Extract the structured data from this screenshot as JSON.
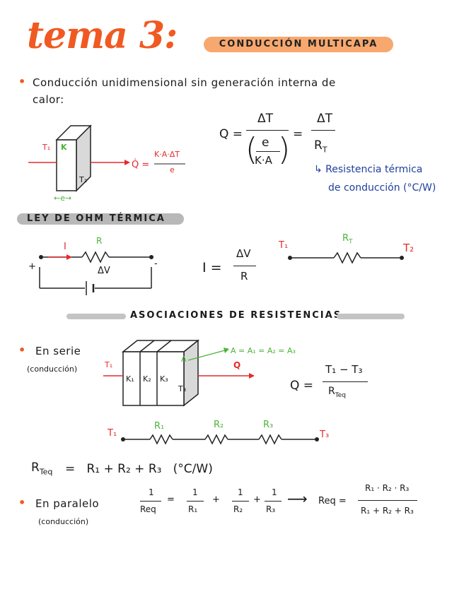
{
  "header": {
    "title": "tema 3:",
    "subtitle": "CONDUCCIÓN MULTICAPA"
  },
  "intro": {
    "line1": "Conducción unidimensional sin generación interna de",
    "line2": "calor:",
    "wall_T1": "T₁",
    "wall_K": "K",
    "wall_T2": "T₂",
    "wall_e": "←e→",
    "q_label": "Q̇ =",
    "q_num": "K·A·ΔT",
    "q_den": "e",
    "eq_Q": "Q =",
    "eq_dT1": "ΔT",
    "eq_e": "e",
    "eq_kA": "K·A",
    "eq_eq": "=",
    "eq_dT2": "ΔT",
    "eq_RT": "R",
    "eq_RT_sub": "T",
    "note1": "↳ Resistencia térmica",
    "note2": "de conducción (°C/W)"
  },
  "ohm": {
    "title": "LEY DE OHM TÉRMICA",
    "I": "I",
    "R": "R",
    "plus": "+",
    "minus": "-",
    "dV": "ΔV",
    "eq_I": "I =",
    "eq_dV": "ΔV",
    "eq_R": "R",
    "T1": "T₁",
    "RT": "R",
    "RT_sub": "T",
    "T2": "T₂"
  },
  "assoc": {
    "title": "ASOCIACIONES DE RESISTENCIAS",
    "serie": "En serie",
    "serie_sub": "(conducción)",
    "T1": "T₁",
    "k1": "K₁",
    "k2": "K₂",
    "k3": "K₃",
    "A": "A",
    "T3": "T₃",
    "Q": "Q",
    "A_eq": "A = A₁ = A₂ = A₃",
    "eq_Q": "Q =",
    "eq_num": "T₁ − T₃",
    "eq_den": "R",
    "eq_den_sub": "Teq",
    "chain_T1": "T₁",
    "chain_R1": "R₁",
    "chain_R2": "R₂",
    "chain_R3": "R₃",
    "chain_T3": "T₃",
    "rteq": "R",
    "rteq_sub": "Teq",
    "rteq_rhs": "=   R₁ + R₂ + R₃   (°C/W)",
    "paralelo": "En paralelo",
    "paralelo_sub": "(conducción)",
    "p_one": "1",
    "p_Req": "Req",
    "p_R1": "R₁",
    "p_R2": "R₂",
    "p_R3": "R₃",
    "p_eq": "=",
    "p_plus": "+",
    "p_arrow": "⟶",
    "p_Req2": "Req =",
    "p_num": "R₁ · R₂ · R₃",
    "p_den": "R₁ + R₂ + R₃"
  },
  "colors": {
    "orange": "#f05a22",
    "red": "#e32b2b",
    "green": "#4cb23a",
    "blue": "#1f3f9c"
  }
}
